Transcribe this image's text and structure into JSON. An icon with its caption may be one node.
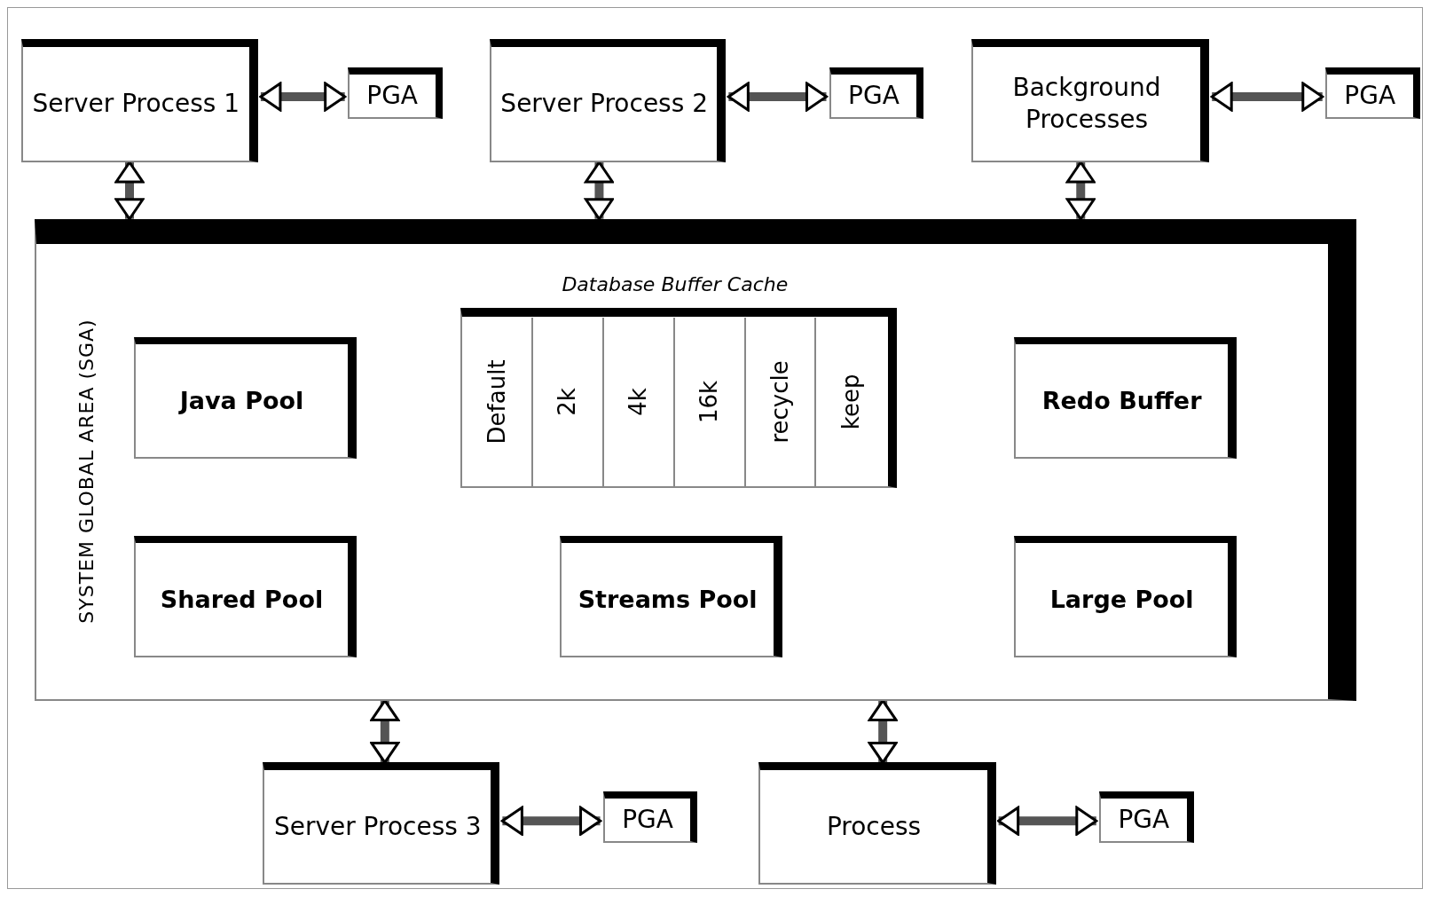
{
  "diagram": {
    "nodes": [
      {
        "text": [
          "Server Process 1"
        ]
      },
      {
        "text": [
          "PGA"
        ]
      },
      {
        "text": [
          "Server Process 2"
        ]
      },
      {
        "text": [
          "PGA"
        ]
      },
      {
        "text": [
          "Background Processes"
        ]
      },
      {
        "text": [
          "PGA"
        ]
      },
      {
        "text": [
          "SYSTEM GLOBAL AREA (SGA)"
        ]
      },
      {
        "text": [
          "Java Pool"
        ],
        "in": 6
      },
      {
        "text": [
          "Database Buffer Cache"
        ],
        "in": 6
      },
      {
        "text": [
          "Default"
        ],
        "in": 8
      },
      {
        "text": [
          "2k"
        ],
        "in": 8
      },
      {
        "text": [
          "4k"
        ],
        "in": 8
      },
      {
        "text": [
          "16k"
        ],
        "in": 8
      },
      {
        "text": [
          "recycle"
        ],
        "in": 8
      },
      {
        "text": [
          "keep"
        ],
        "in": 8
      },
      {
        "text": [
          "Redo Buffer"
        ],
        "in": 6
      },
      {
        "text": [
          "Shared Pool"
        ],
        "in": 6
      },
      {
        "text": [
          "Streams Pool"
        ],
        "in": 6
      },
      {
        "text": [
          "Large Pool"
        ],
        "in": 6
      },
      {
        "text": [
          "Server Process 3"
        ]
      },
      {
        "text": [
          "PGA"
        ]
      },
      {
        "text": [
          "Process"
        ]
      },
      {
        "text": [
          "PGA"
        ]
      }
    ],
    "edges": [
      {
        "from": 0,
        "to": 1,
        "arrow": "both"
      },
      {
        "from": 2,
        "to": 3,
        "arrow": "both"
      },
      {
        "from": 4,
        "to": 5,
        "arrow": "both"
      },
      {
        "from": 0,
        "to": 6,
        "arrow": "both"
      },
      {
        "from": 2,
        "to": 6,
        "arrow": "both"
      },
      {
        "from": 4,
        "to": 6,
        "arrow": "both"
      },
      {
        "from": 19,
        "to": 6,
        "arrow": "both"
      },
      {
        "from": 21,
        "to": 6,
        "arrow": "both"
      },
      {
        "from": 19,
        "to": 20,
        "arrow": "both"
      },
      {
        "from": 21,
        "to": 22,
        "arrow": "both"
      }
    ]
  }
}
